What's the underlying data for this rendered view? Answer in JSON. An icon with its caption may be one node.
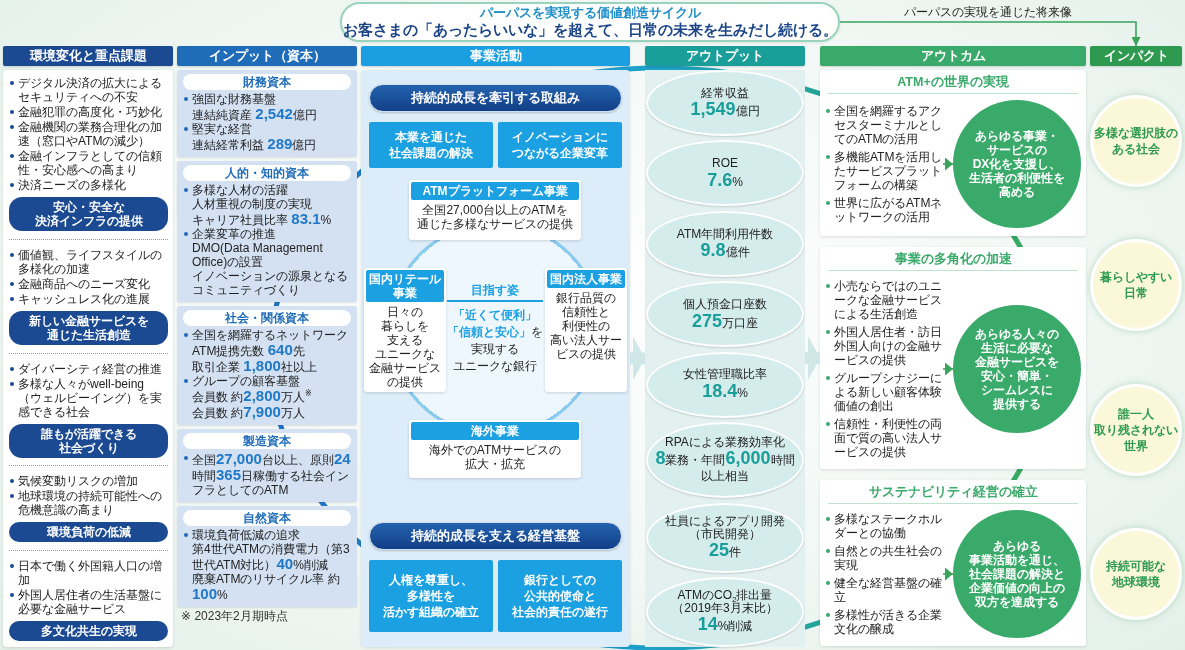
{
  "diagram": {
    "nodes": [
      {
        "text": [
          "パーパスを実現する価値創造サイクル",
          "お客さまの「あったらいいな」を超えて、日常の未来を生みだし続ける。"
        ]
      },
      {
        "text": [
          "環境変化と重点課題"
        ]
      },
      {
        "text": [
          "デジタル決済の拡大によるセキュリティへの不安",
          "金融犯罪の高度化・巧妙化",
          "金融機関の業務合理化の加速（窓口やATMの減少）",
          "金融インフラとしての信頼性・安心感への高まり",
          "決済ニーズの多様化",
          "価値観、ライフスタイルの多様化の加速",
          "金融商品へのニーズ変化",
          "キャッシュレス化の進展",
          "ダイバーシティ経営の推進",
          "多様な人々がwell-being（ウェルビーイング）を実感できる社会",
          "気候変動リスクの増加",
          "地球環境の持続可能性への危機意識の高まり",
          "日本で働く外国籍人口の増加",
          "外国人居住者の生活基盤に必要な金融サービス"
        ]
      },
      {
        "text": [
          "安心・安全な決済インフラの提供"
        ],
        "in": 2
      },
      {
        "text": [
          "新しい金融サービスを通じた生活創造"
        ],
        "in": 2
      },
      {
        "text": [
          "誰もが活躍できる社会づくり"
        ],
        "in": 2
      },
      {
        "text": [
          "環境負荷の低減"
        ],
        "in": 2
      },
      {
        "text": [
          "多文化共生の実現"
        ],
        "in": 2
      },
      {
        "text": [
          "インプット（資本）"
        ]
      },
      {
        "text": [
          "財務資本",
          "強固な財務基盤",
          "連結純資産 **2,542**億円",
          "堅実な経営",
          "連結経常利益 **289**億円"
        ]
      },
      {
        "text": [
          "人的・知的資本",
          "多様な人材の活躍",
          "人材重視の制度の実現",
          "キャリア社員比率 **83.1**%",
          "企業変革の推進",
          "DMO(Data Management Office)の設置",
          "イノベーションの源泉となるコミュニティづくり"
        ]
      },
      {
        "text": [
          "社会・関係資本",
          "全国を網羅するネットワーク",
          "ATM提携先数 **640**先",
          "取引企業 **1,800**社以上",
          "グループの顧客基盤",
          "会員数 約**2,800**万人$^{※}$",
          "会員数 約**7,900**万人"
        ]
      },
      {
        "text": [
          "製造資本",
          "全国**27,000**台以上、原則**24**時間**365**日稼働する社会インフラとしてのATM"
        ]
      },
      {
        "text": [
          "自然資本",
          "環境負荷低減の追求",
          "第4世代ATMの消費電力（第3世代ATM対比）**40**%削減",
          "廃棄ATMのリサイクル率 約**100**%"
        ]
      },
      {
        "text": [
          "事業活動"
        ]
      },
      {
        "text": [],
        "shape": "box"
      },
      {
        "text": [
          "持続的成長を牽引する取組み"
        ],
        "in": 15
      },
      {
        "text": [
          "本業を通じた社会課題の解決"
        ],
        "in": 15
      },
      {
        "text": [
          "イノベーションにつながる企業変革"
        ],
        "in": 15
      },
      {
        "text": [
          "ATMプラットフォーム事業",
          "全国27,000台以上のATMを通じた多様なサービスの提供"
        ],
        "in": 15
      },
      {
        "text": [
          "国内リテール事業",
          "日々の暮らしを支えるユニークな金融サービスの提供"
        ],
        "in": 15
      },
      {
        "text": [
          "目指す姿",
          "**「近くて便利」「信頼と安心」**を実現するユニークな銀行"
        ],
        "in": 15
      },
      {
        "text": [
          "国内法人事業",
          "銀行品質の信頼性と利便性の高い法人サービスの提供"
        ],
        "in": 15
      },
      {
        "text": [
          "海外事業",
          "海外でのATMサービスの拡大・拡充"
        ],
        "in": 15
      },
      {
        "text": [
          "持続的成長を支える経営基盤"
        ],
        "in": 15
      },
      {
        "text": [
          "人権を尊重し、多様性を活かす組織の確立"
        ],
        "in": 15
      },
      {
        "text": [
          "銀行としての公共的使命と社会的責任の遂行"
        ],
        "in": 15
      },
      {
        "text": [
          "アウトプット"
        ]
      },
      {
        "text": [],
        "shape": "band"
      },
      {
        "text": [
          "経常収益",
          "**1,549**億円"
        ],
        "in": 28
      },
      {
        "text": [
          "ROE",
          "**7.6**%"
        ],
        "in": 28
      },
      {
        "text": [
          "ATM年間利用件数",
          "**9.8**億件"
        ],
        "in": 28
      },
      {
        "text": [
          "個人預金口座数",
          "**275**万口座"
        ],
        "in": 28
      },
      {
        "text": [
          "女性管理職比率",
          "**18.4**%"
        ],
        "in": 28
      },
      {
        "text": [
          "RPAによる業務効率化",
          "**8**業務・年間**6,000**時間以上相当"
        ],
        "in": 28
      },
      {
        "text": [
          "社員によるアプリ開発（市民開発）",
          "**25**件"
        ],
        "in": 28
      },
      {
        "text": [
          "ATMのCO$_{2}$排出量（2019年3月末比）",
          "**14**%削減"
        ],
        "in": 28
      },
      {
        "text": [
          "アウトカム"
        ]
      },
      {
        "text": [
          "ATM+の世界の実現"
        ]
      },
      {
        "text": [
          "全国を網羅するアクセスターミナルとしてのATMの活用",
          "多機能ATMを活用したサービスプラットフォームの構築",
          "世界に広がるATMネットワークの活用"
        ],
        "in": 38
      },
      {
        "text": [
          "あらゆる事業・サービスのDX化を支援し、生活者の利便性を高める"
        ],
        "in": 38
      },
      {
        "text": [
          "事業の多角化の加速"
        ]
      },
      {
        "text": [
          "小売ならではのユニークな金融サービスによる生活創造",
          "外国人居住者・訪日外国人向けの金融サービスの提供",
          "グループシナジーによる新しい顧客体験価値の創出",
          "信頼性・利便性の両面で質の高い法人サービスの提供"
        ],
        "in": 41
      },
      {
        "text": [
          "あらゆる人々の生活に必要な金融サービスを安心・簡単・シームレスに提供する"
        ],
        "in": 41
      },
      {
        "text": [
          "サステナビリティ経営の確立"
        ]
      },
      {
        "text": [
          "多様なステークホルダーとの協働",
          "自然との共生社会の実現",
          "健全な経営基盤の確立",
          "多様性が活きる企業文化の醸成"
        ],
        "in": 44
      },
      {
        "text": [
          "あらゆる事業活動を通じ、社会課題の解決と企業価値の向上の双方を達成する"
        ],
        "in": 44
      },
      {
        "text": [
          "インパクト"
        ]
      },
      {
        "text": [
          "多様な選択肢のある社会"
        ]
      },
      {
        "text": [
          "暮らしやすい日常"
        ]
      },
      {
        "text": [
          "誰一人取り残されない世界"
        ]
      },
      {
        "text": [
          "持続可能な地球環境"
        ]
      }
    ],
    "edges": [
      {
        "from": 0,
        "to": 47,
        "arrow": "to",
        "label": "パーパスの実現を通じた将来像"
      },
      {
        "from": 15,
        "to": 28,
        "arrow": "to",
        "style": "thick",
        "color": "#cfe7e6"
      },
      {
        "from": 28,
        "to": 41,
        "arrow": "to",
        "style": "thick",
        "color": "#cfe7e6"
      },
      {
        "from": 39,
        "to": 40,
        "arrow": "to"
      },
      {
        "from": 42,
        "to": 43,
        "arrow": "to"
      },
      {
        "from": 45,
        "to": 46,
        "arrow": "to"
      }
    ],
    "labels": [
      "※ 2023年2月期時点"
    ]
  }
}
